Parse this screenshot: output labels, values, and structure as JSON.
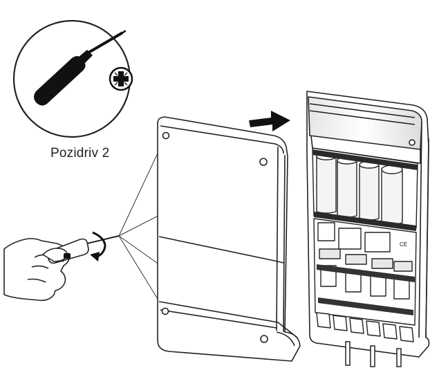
{
  "tool": {
    "label": "Pozidriv 2",
    "icons": [
      "screwdriver-icon",
      "pozidriv-cross-icon"
    ]
  },
  "device": {
    "cover_screws": 4,
    "arrow_direction": "right",
    "module_marking": "CE",
    "cable_glands": 3
  },
  "colors": {
    "ink": "#111111",
    "outline": "#333333",
    "fill": "#ffffff"
  }
}
